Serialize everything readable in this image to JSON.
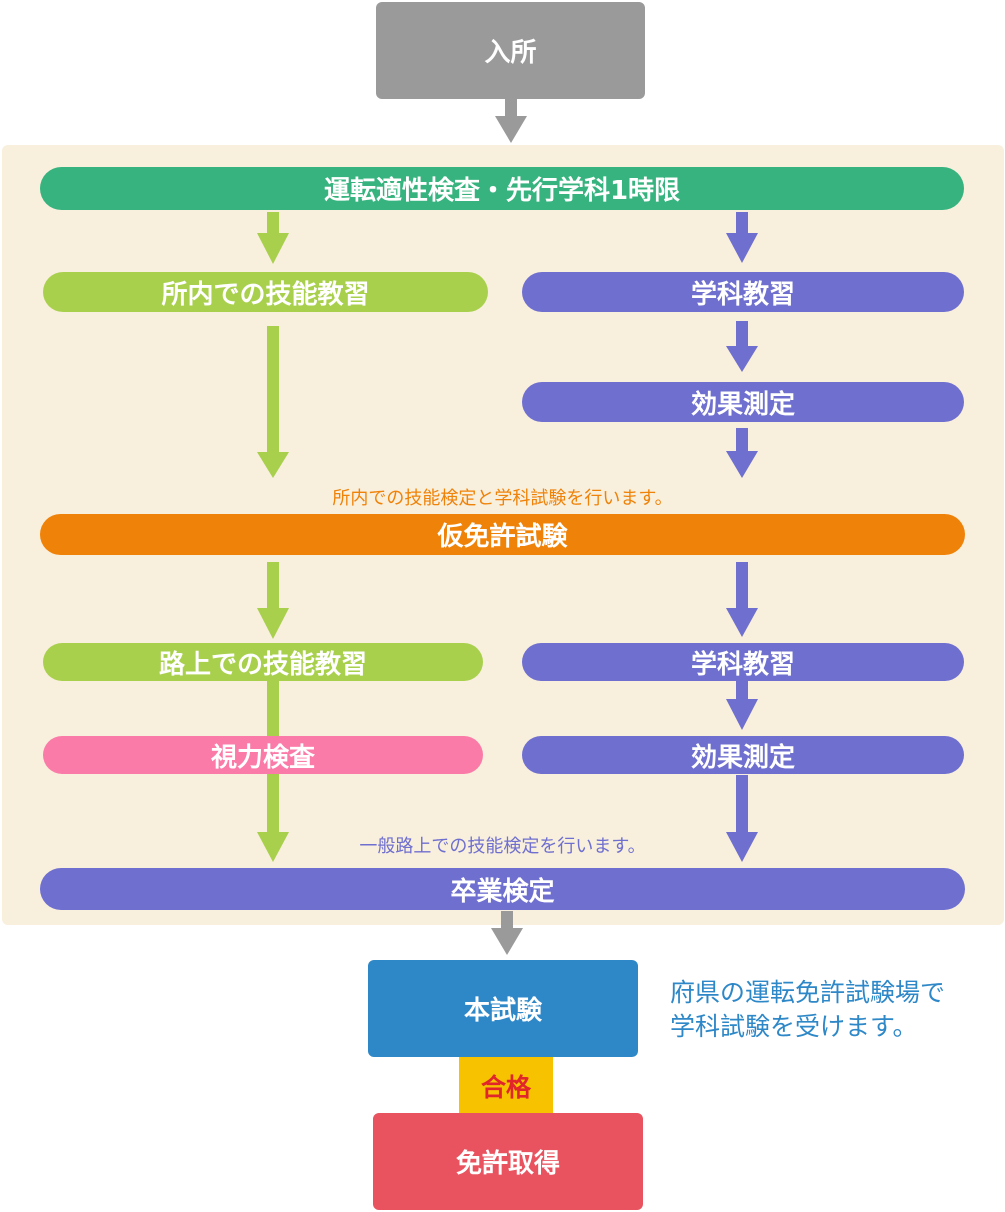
{
  "colors": {
    "gray": "#9a9a9a",
    "green": "#36b37e",
    "lime": "#a9d04d",
    "purple": "#6f6fcf",
    "orange": "#ef8208",
    "pink": "#fb7ba8",
    "blue": "#2e88c8",
    "yellow": "#f7c300",
    "red": "#e8535f",
    "panel": "#f8efdd"
  },
  "steps": {
    "admission": "入所",
    "aptitude": "運転適性検査・先行学科1時限",
    "course_practice": "所内での技能教習",
    "academic_1": "学科教習",
    "effect_test_1": "効果測定",
    "note_provisional": "所内での技能検定と学科試験を行います。",
    "provisional_exam": "仮免許試験",
    "road_practice": "路上での技能教習",
    "academic_2": "学科教習",
    "vision_test": "視力検査",
    "effect_test_2": "効果測定",
    "note_graduation": "一般路上での技能検定を行います。",
    "graduation_exam": "卒業検定",
    "main_exam": "本試験",
    "pass_label": "合格",
    "license": "免許取得",
    "side_note_line1": "府県の運転免許試験場で",
    "side_note_line2": "学科試験を受けます。"
  }
}
